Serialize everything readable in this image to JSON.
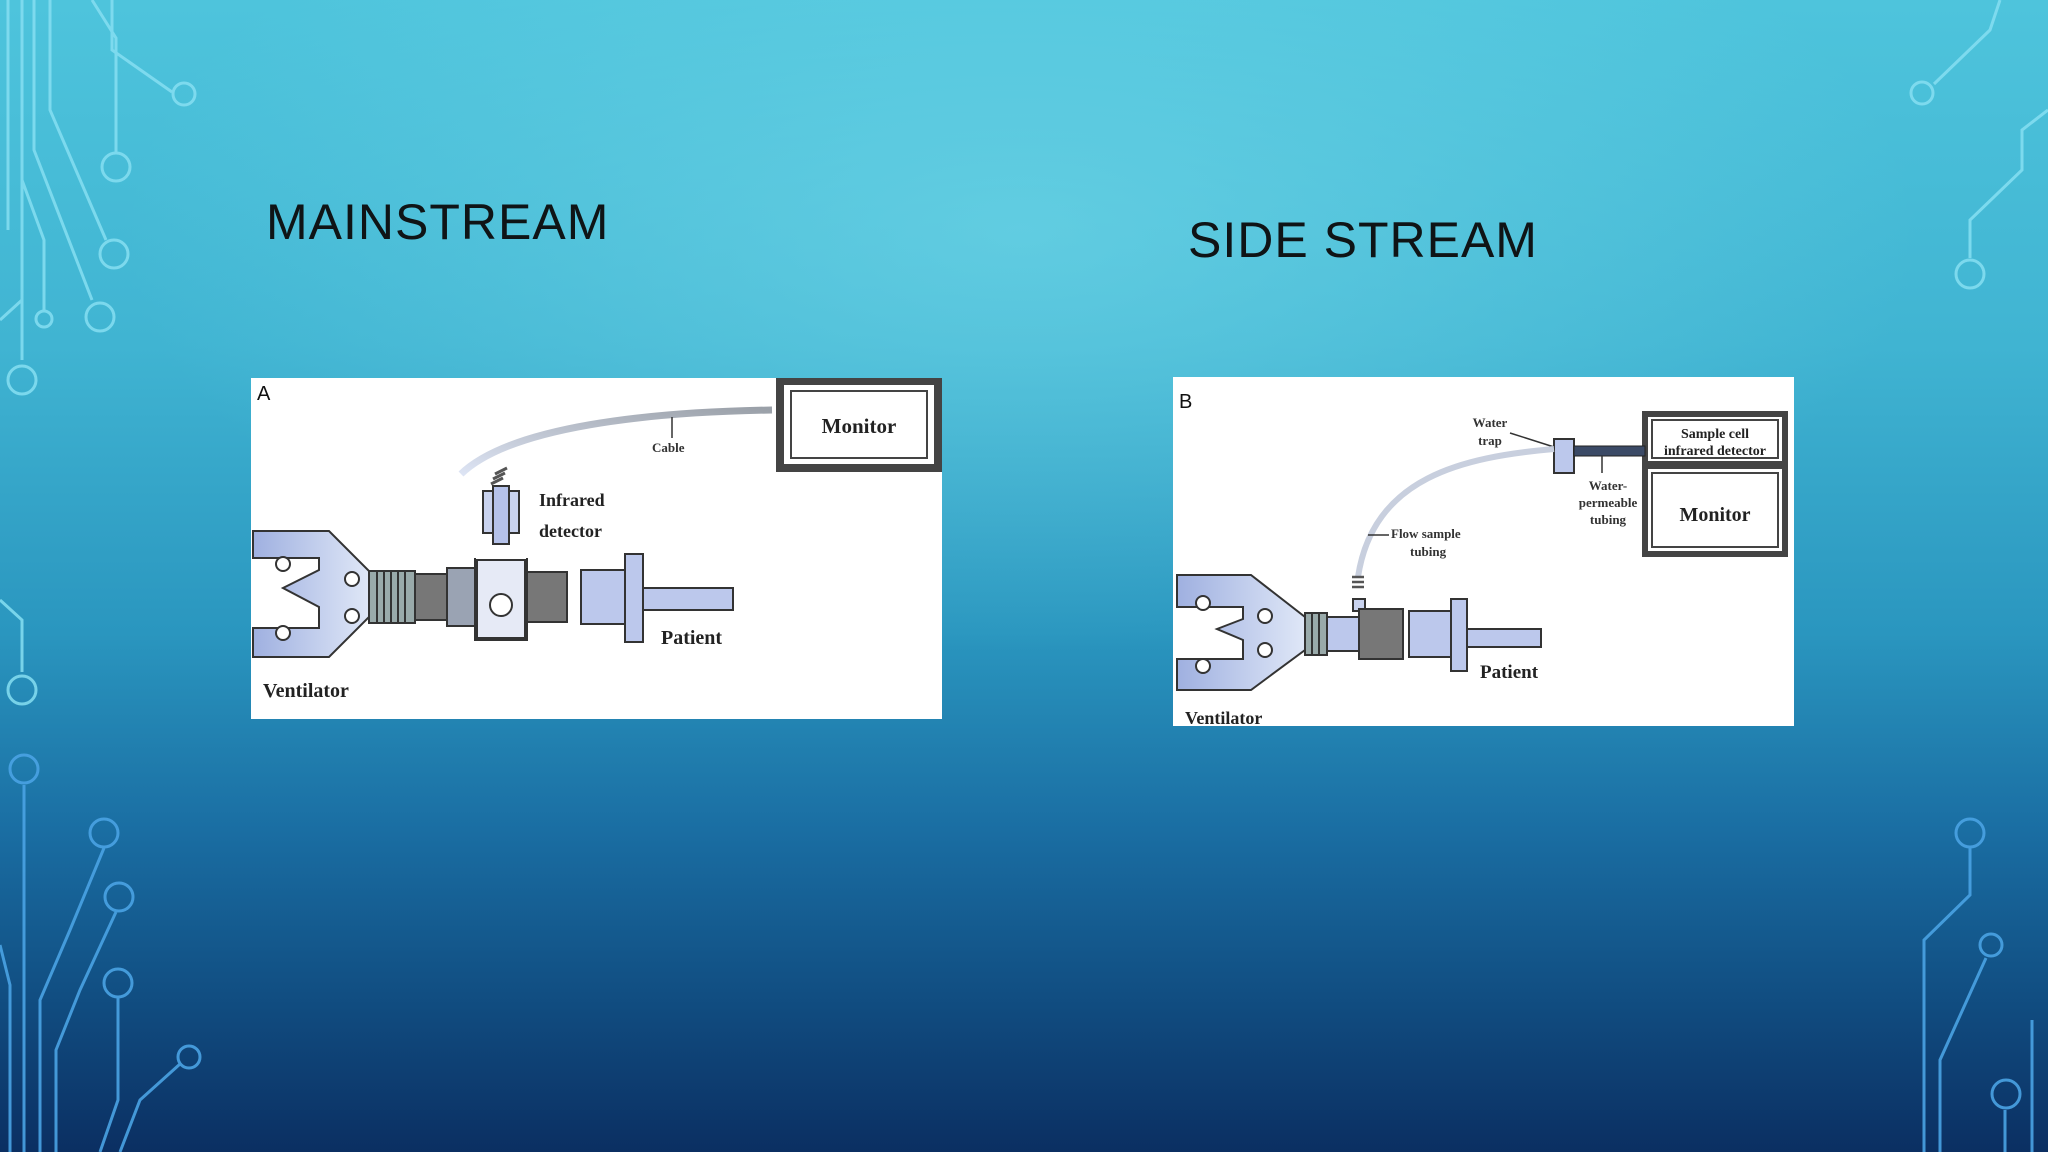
{
  "slide": {
    "title_left": "MAINSTREAM",
    "title_right": "SIDE STREAM"
  },
  "diagram_a": {
    "panel_letter": "A",
    "monitor": "Monitor",
    "cable": "Cable",
    "detector_line1": "Infrared",
    "detector_line2": "detector",
    "patient": "Patient",
    "ventilator": "Ventilator"
  },
  "diagram_b": {
    "panel_letter": "B",
    "water_trap_line1": "Water",
    "water_trap_line2": "trap",
    "sample_cell_line1": "Sample cell",
    "sample_cell_line2": "infrared detector",
    "water_permeable_line1": "Water-",
    "water_permeable_line2": "permeable",
    "water_permeable_line3": "tubing",
    "monitor": "Monitor",
    "flow_sample_line1": "Flow sample",
    "flow_sample_line2": "tubing",
    "patient": "Patient",
    "ventilator": "Ventilator"
  },
  "colors": {
    "accent_blue": "#b9c6ea",
    "circuit_light": "#7fdcf0",
    "circuit_dark": "#3f8fd8"
  }
}
